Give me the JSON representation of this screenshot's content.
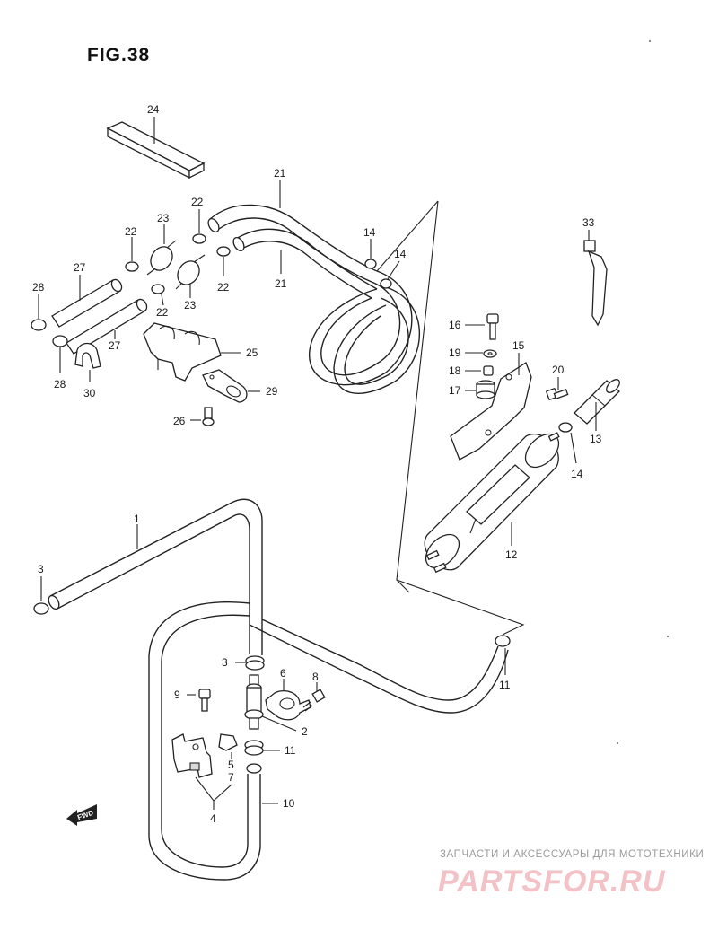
{
  "figure": {
    "title": "FIG.38"
  },
  "callouts": {
    "c24": "24",
    "c21a": "21",
    "c21b": "21",
    "c22a": "22",
    "c22b": "22",
    "c22c": "22",
    "c22d": "22",
    "c23a": "23",
    "c23b": "23",
    "c27a": "27",
    "c27b": "27",
    "c28a": "28",
    "c28b": "28",
    "c30": "30",
    "c25": "25",
    "c29": "29",
    "c26": "26",
    "c14a": "14",
    "c14b": "14",
    "c14c": "14",
    "c33": "33",
    "c16": "16",
    "c19": "19",
    "c18": "18",
    "c17": "17",
    "c15": "15",
    "c20": "20",
    "c13": "13",
    "c12": "12",
    "c1": "1",
    "c3a": "3",
    "c3b": "3",
    "c6": "6",
    "c8": "8",
    "c9": "9",
    "c2": "2",
    "c5": "5",
    "c7": "7",
    "c4": "4",
    "c11a": "11",
    "c11b": "11",
    "c10": "10"
  },
  "direction_marker": {
    "label": "FWD"
  },
  "watermark": {
    "tagline": "ЗАПЧАСТИ И АКСЕССУАРЫ ДЛЯ МОТОТЕХНИКИ",
    "brand": "PARTSFOR.RU"
  }
}
